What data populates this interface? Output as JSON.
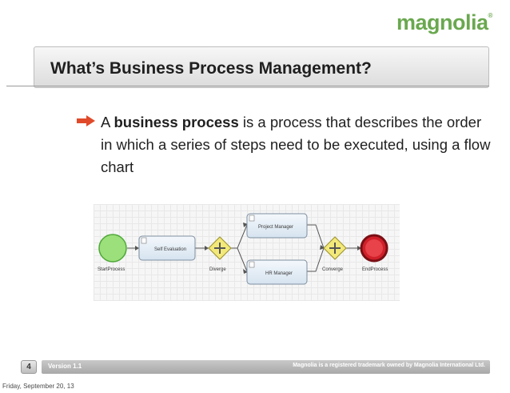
{
  "brand": {
    "logo_text": "magnolia",
    "registered": "®",
    "color": "#6aa84f"
  },
  "slide": {
    "title": "What’s Business Process Management?",
    "bullet": {
      "lead": "A ",
      "bold": "business process",
      "rest": " is a process that describes the order in which a series of steps need to be executed, using a flow chart",
      "icon": "arrow-right-icon"
    }
  },
  "diagram": {
    "nodes": {
      "start": "StartProcess",
      "self_eval": "Self Evaluation",
      "diverge": "Diverge",
      "project_manager": "Project Manager",
      "hr_manager": "HR Manager",
      "converge": "Converge",
      "end": "EndProcess"
    }
  },
  "footer": {
    "page_number": "4",
    "version": "Version 1.1",
    "trademark": "Magnolia is a registered trademark owned by Magnolia International Ltd."
  },
  "date": "Friday, September 20, 13"
}
